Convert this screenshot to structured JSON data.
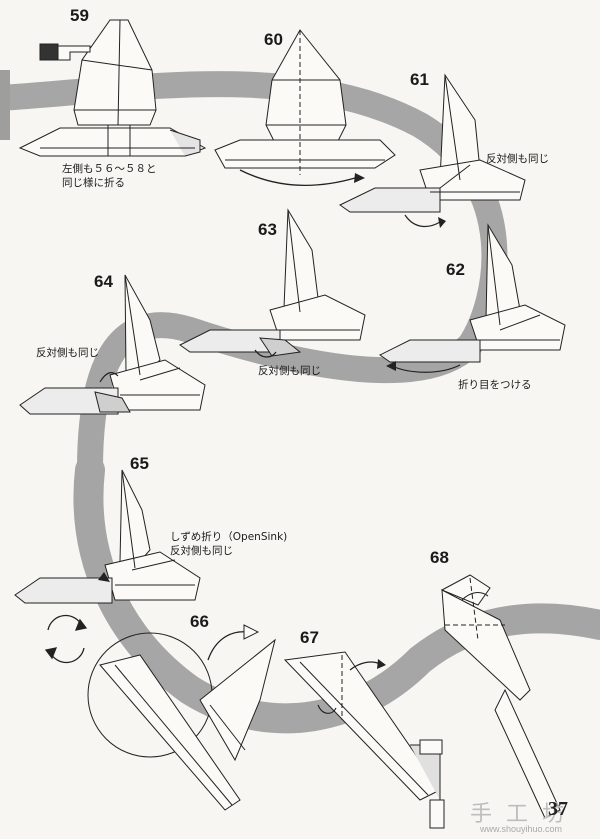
{
  "steps": [
    {
      "number": "59",
      "note": "左側も５６～５８と\n同じ様に折る"
    },
    {
      "number": "60",
      "note": ""
    },
    {
      "number": "61",
      "note": "反対側も同じ"
    },
    {
      "number": "62",
      "note": "折り目をつける"
    },
    {
      "number": "63",
      "note": "反対側も同じ"
    },
    {
      "number": "64",
      "note": "反対側も同じ"
    },
    {
      "number": "65",
      "note": "しずめ折り（OpenSink)\n反対側も同じ"
    },
    {
      "number": "66",
      "note": ""
    },
    {
      "number": "67",
      "note": ""
    },
    {
      "number": "68",
      "note": ""
    }
  ],
  "page_number": "37",
  "watermark": {
    "text": "手工坊",
    "url": "www.shouyihuo.com"
  },
  "colors": {
    "band": "#9d9d9d",
    "line": "#222222",
    "paper": "#fbfaf6",
    "shade": "#d9d9d9"
  }
}
